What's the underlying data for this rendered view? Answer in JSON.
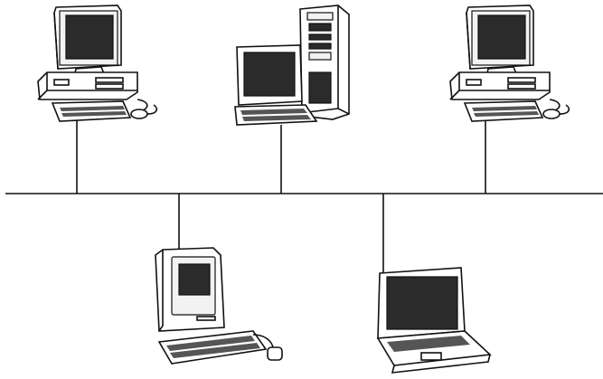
{
  "diagram": {
    "type": "bus-network",
    "nodes": [
      {
        "icon": "desktop-computer-icon",
        "position": "top-left"
      },
      {
        "icon": "server-tower-with-terminal-icon",
        "position": "top-center"
      },
      {
        "icon": "desktop-computer-icon",
        "position": "top-right"
      },
      {
        "icon": "compact-mac-computer-icon",
        "position": "bottom-left"
      },
      {
        "icon": "laptop-computer-icon",
        "position": "bottom-right"
      }
    ],
    "colors": {
      "line": "#111111",
      "screen": "#2b2b2b",
      "background": "#ffffff"
    }
  }
}
